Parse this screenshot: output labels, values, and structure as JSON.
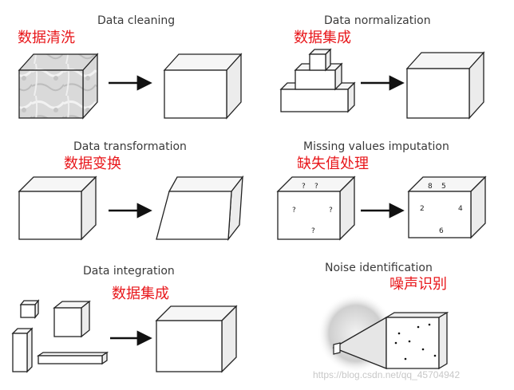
{
  "panels": {
    "cleaning": {
      "title": "Data cleaning",
      "cn": "数据清洗"
    },
    "normalization": {
      "title": "Data normalization",
      "cn": "数据集成"
    },
    "transformation": {
      "title": "Data transformation",
      "cn": "数据变换"
    },
    "missing": {
      "title": "Missing values imputation",
      "cn": "缺失值处理",
      "unknown_mark": "?",
      "filled_values": [
        "8",
        "5",
        "2",
        "4",
        "6"
      ]
    },
    "integration": {
      "title": "Data integration",
      "cn": "数据集成"
    },
    "noise": {
      "title": "Noise identification",
      "cn": "噪声识别"
    }
  },
  "watermark": "https://blog.csdn.net/qq_45704942"
}
